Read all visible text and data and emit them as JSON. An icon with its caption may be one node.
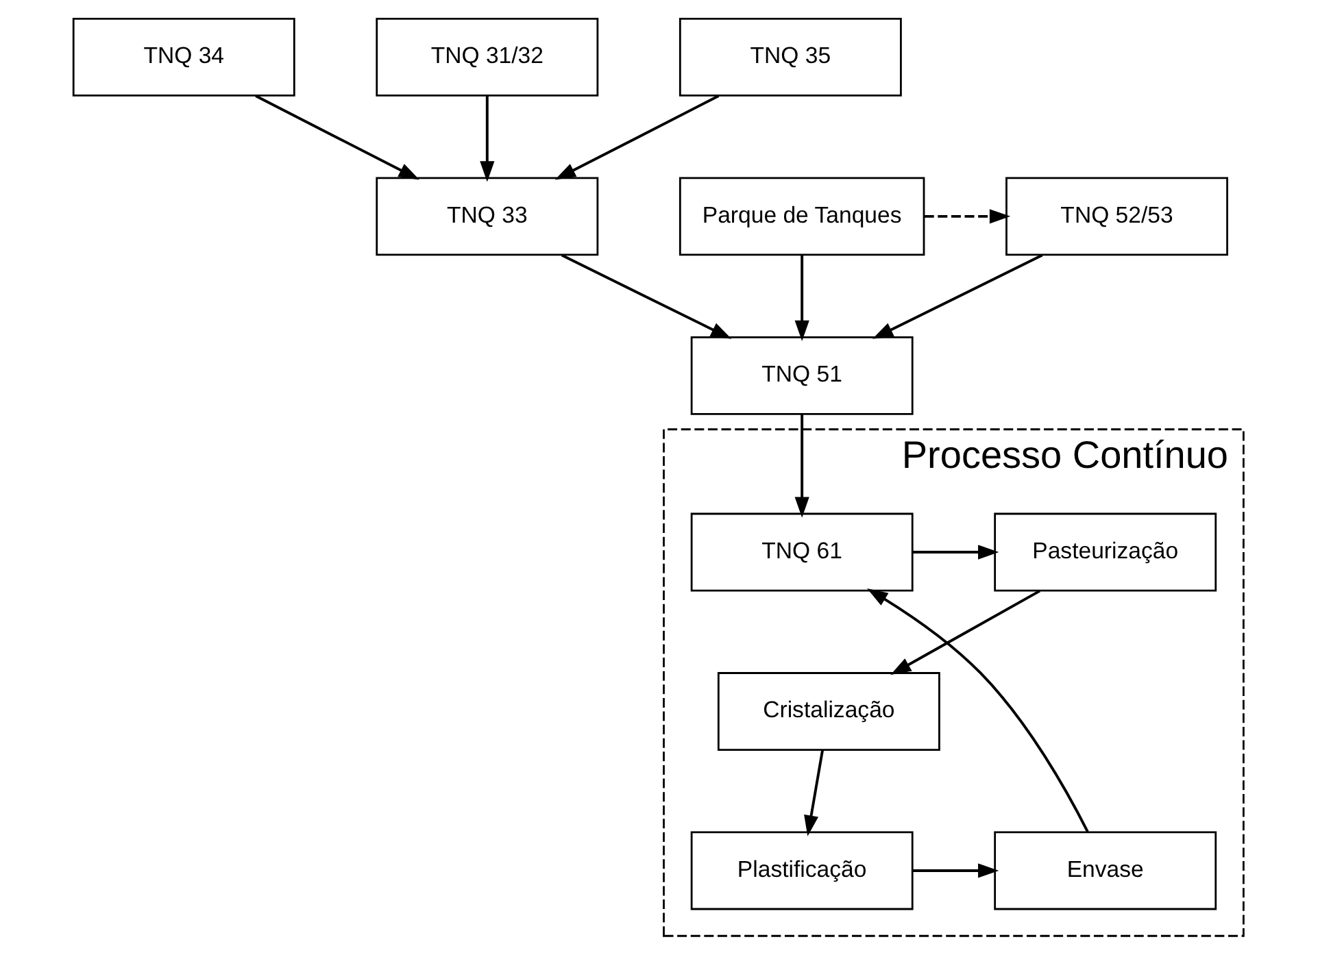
{
  "diagram": {
    "nodes": [
      {
        "text": [
          "TNQ 34"
        ]
      },
      {
        "text": [
          "TNQ 31/32"
        ]
      },
      {
        "text": [
          "TNQ 35"
        ]
      },
      {
        "text": [
          "Parque de Tanques"
        ]
      },
      {
        "text": [
          "TNQ 52/53"
        ]
      },
      {
        "text": [
          "TNQ 33"
        ]
      },
      {
        "text": [
          "TNQ 51"
        ]
      },
      {
        "text": [
          "Processo Contínuo"
        ]
      },
      {
        "text": [
          "TNQ 61"
        ],
        "in": 7
      },
      {
        "text": [
          "Pasteurização"
        ],
        "in": 7
      },
      {
        "text": [
          "Cristalização"
        ],
        "in": 7
      },
      {
        "text": [
          "Envase"
        ],
        "in": 7
      },
      {
        "text": [
          "Plastificação"
        ],
        "in": 7
      }
    ],
    "edges": [
      {
        "from": 0,
        "to": 5,
        "arrow": "to"
      },
      {
        "from": 1,
        "to": 5,
        "arrow": "to"
      },
      {
        "from": 2,
        "to": 5,
        "arrow": "to"
      },
      {
        "from": 3,
        "to": 4,
        "arrow": "to",
        "style": "dashed"
      },
      {
        "from": 3,
        "to": 6,
        "arrow": "to"
      },
      {
        "from": 4,
        "to": 6,
        "arrow": "to"
      },
      {
        "from": 5,
        "to": 6,
        "arrow": "to"
      },
      {
        "from": 6,
        "to": 8,
        "arrow": "to"
      },
      {
        "from": 8,
        "to": 9,
        "arrow": "to"
      },
      {
        "from": 9,
        "to": 10,
        "arrow": "to"
      },
      {
        "from": 10,
        "to": 12,
        "arrow": "to"
      },
      {
        "from": 12,
        "to": 11,
        "arrow": "to"
      },
      {
        "from": 11,
        "to": 8,
        "arrow": "to"
      }
    ]
  }
}
